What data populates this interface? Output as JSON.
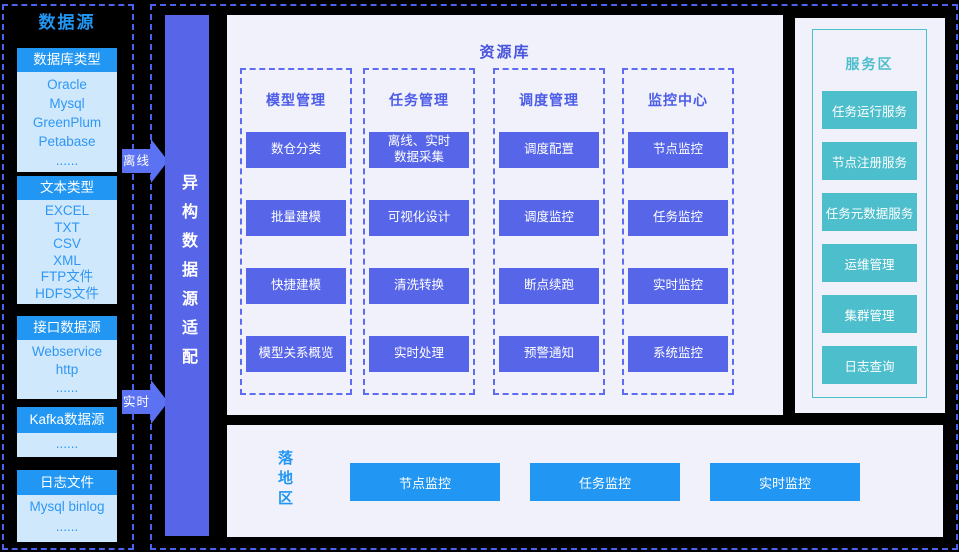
{
  "colors": {
    "accent_blue": "#2196f3",
    "light_blue_body": "#cfe8fc",
    "purple_module": "#5766e8",
    "adapter_bar": "#5765e8",
    "dashed_border": "#4a63ef",
    "panel_bg": "#f0f1fb",
    "teal_service": "#4dbecc"
  },
  "sidebar": {
    "title": "数据源",
    "groups": [
      {
        "header": "数据库类型",
        "items": [
          "Oracle",
          "Mysql",
          "GreenPlum",
          "Petabase",
          "......"
        ]
      },
      {
        "header": "文本类型",
        "items": [
          "EXCEL",
          "TXT",
          "CSV",
          "XML",
          "FTP文件",
          "HDFS文件"
        ]
      },
      {
        "header": "接口数据源",
        "items": [
          "Webservice",
          "http",
          "......"
        ]
      },
      {
        "header": "Kafka数据源",
        "items": [
          "......"
        ]
      },
      {
        "header": "日志文件",
        "items": [
          "Mysql binlog",
          "......"
        ]
      }
    ]
  },
  "flows": {
    "offline": "离线",
    "realtime": "实时"
  },
  "adapter": {
    "label": "异构数据源适配"
  },
  "resource": {
    "title": "资源库",
    "columns": [
      {
        "title": "模型管理",
        "buttons": [
          "数仓分类",
          "批量建模",
          "快捷建模",
          "模型关系概览"
        ]
      },
      {
        "title": "任务管理",
        "buttons": [
          "离线、实时\n数据采集",
          "可视化设计",
          "清洗转换",
          "实时处理"
        ]
      },
      {
        "title": "调度管理",
        "buttons": [
          "调度配置",
          "调度监控",
          "断点续跑",
          "预警通知"
        ]
      },
      {
        "title": "监控中心",
        "buttons": [
          "节点监控",
          "任务监控",
          "实时监控",
          "系统监控"
        ]
      }
    ]
  },
  "landing": {
    "title": "落地区",
    "buttons": [
      "节点监控",
      "任务监控",
      "实时监控"
    ]
  },
  "service": {
    "title": "服务区",
    "buttons": [
      "任务运行服务",
      "节点注册服务",
      "任务元数据服务",
      "运维管理",
      "集群管理",
      "日志查询"
    ]
  }
}
